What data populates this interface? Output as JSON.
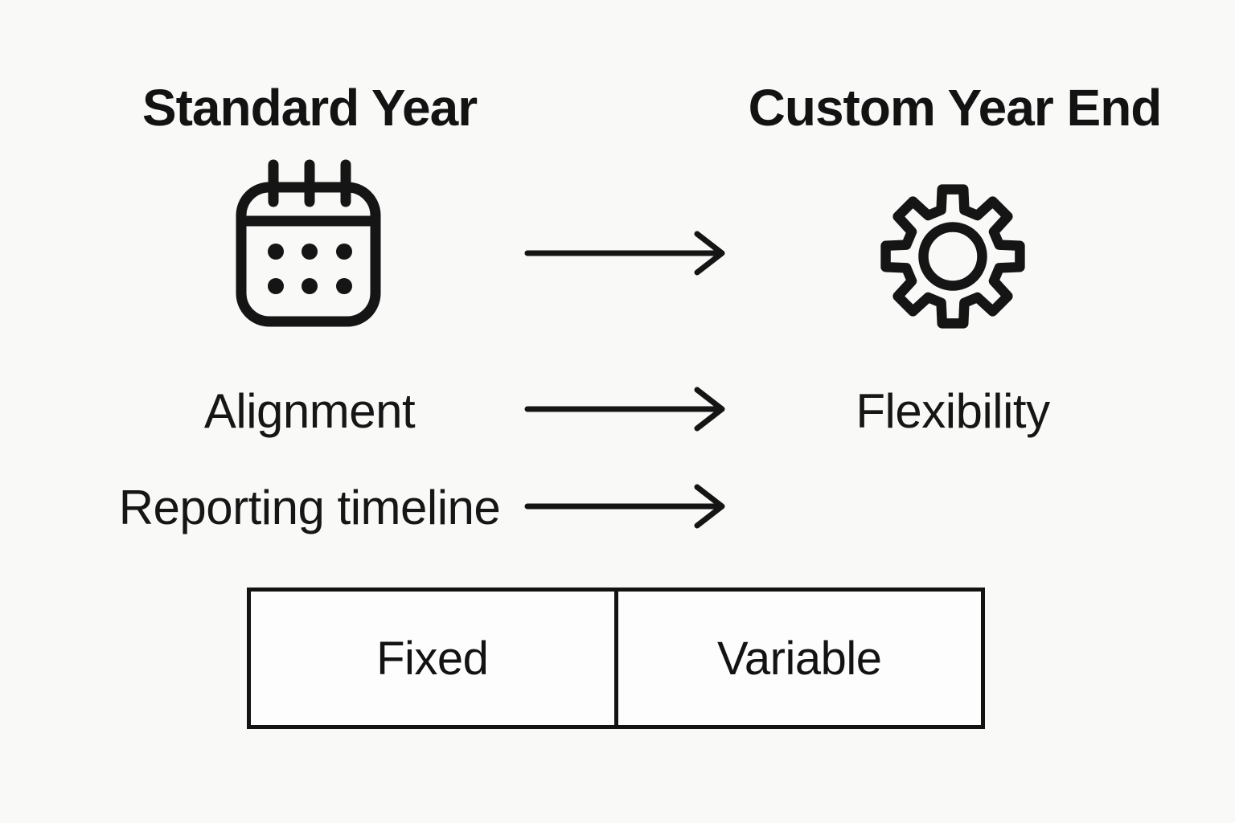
{
  "page": {
    "background_color": "#f9f9f7",
    "ink_color": "#141414",
    "table_background_color": "#fdfdfd"
  },
  "left_column": {
    "title": "Standard Year",
    "icon": "calendar-icon",
    "labels": [
      "Alignment",
      "Reporting timeline"
    ]
  },
  "right_column": {
    "title": "Custom Year End",
    "icon": "gear-icon",
    "labels": [
      "Flexibility"
    ]
  },
  "arrows": {
    "direction": "right",
    "count": 3
  },
  "comparison_table": {
    "cells": [
      "Fixed",
      "Variable"
    ]
  }
}
